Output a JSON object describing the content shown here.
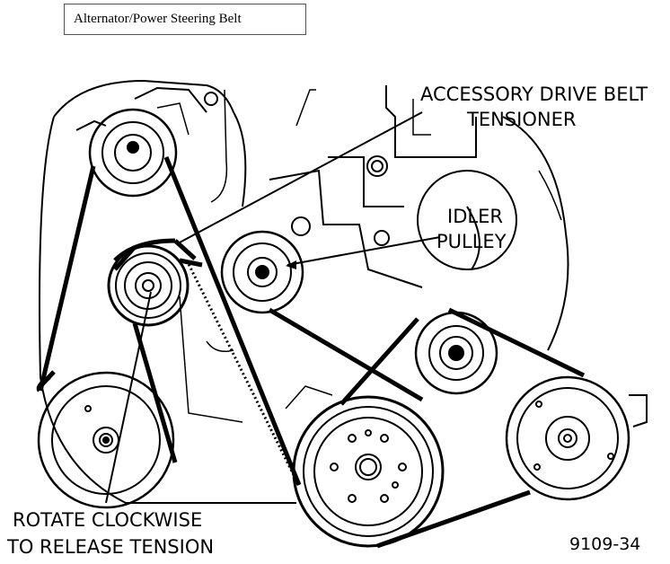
{
  "title": "Alternator/Power Steering Belt",
  "labels": {
    "tensioner_line1": "ACCESSORY DRIVE BELT",
    "tensioner_line2": "TENSIONER",
    "idler_line1": "IDLER",
    "idler_line2": "PULLEY",
    "rotate_line1": "ROTATE CLOCKWISE",
    "rotate_line2": "TO RELEASE TENSION",
    "figure_number": "9109-34"
  },
  "colors": {
    "ink": "#000000",
    "background": "#ffffff"
  }
}
